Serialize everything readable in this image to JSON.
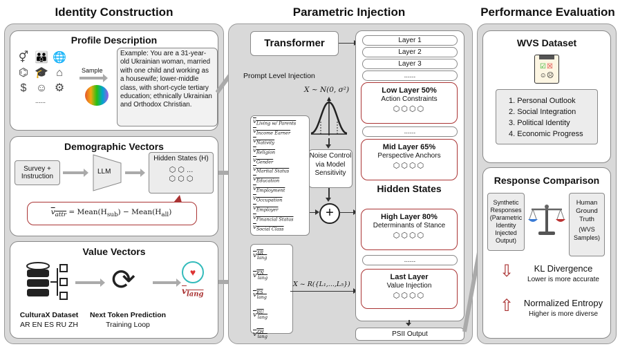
{
  "titles": {
    "identity": "Identity Construction",
    "parametric": "Parametric Injection",
    "performance": "Performance Evaluation"
  },
  "profile": {
    "title": "Profile Description",
    "sample_label": "Sample",
    "example_text": "Example: You are a 31-year-old Ukrainian woman, married with one child and working as a housewife; lower-middle class, with short-cycle tertiary education; ethnically Ukrainian and Orthodox Christian.",
    "ellipsis": "......",
    "icons": [
      "gender-icon",
      "family-icon",
      "globe-icon",
      "hierarchy-icon",
      "graduate-icon",
      "houses-icon",
      "money-icon",
      "group-icon",
      "settings-icon"
    ]
  },
  "demographic": {
    "title": "Demographic Vectors",
    "survey_label": "Survey + Instruction",
    "llm_label": "LLM",
    "hidden_states_label": "Hidden States (H)",
    "hidden_ellipsis": "...",
    "formula_lhs": "v",
    "formula_lhs_sub": "attr",
    "formula_rhs": "= Mean(H",
    "formula_sub1": "sub",
    "formula_mid": ") − Mean(H",
    "formula_sub2": "all",
    "formula_end": ")"
  },
  "value": {
    "title": "Value Vectors",
    "dataset_label": "CulturaX Dataset",
    "languages": "AR EN ES RU ZH",
    "ntp_label": "Next Token Prediction",
    "loop_label": "Training Loop",
    "vlang_symbol": "v",
    "vlang_sub": "lang"
  },
  "injection": {
    "transformer_label": "Transformer",
    "prompt_level": "Prompt Level Injection",
    "gaussian": "X ~ N(0, σ²)",
    "noise_control": "Noise Control via Model Sensitivity",
    "plus": "+",
    "choice_formula": "X ~ R({L₁,...,L₅})",
    "attr_vectors": [
      "Living w/ Parents",
      "Income Earner",
      "Nativity",
      "Religion",
      "Gender",
      "Marital Status",
      "Education",
      "Employment",
      "Occupation",
      "Employer",
      "Financial Status",
      "Social Class"
    ],
    "lang_vectors": [
      "AR",
      "EN",
      "ES",
      "RU",
      "ZH"
    ],
    "vector_symbol": "v",
    "lang_prefix": "lang"
  },
  "layers": {
    "top": [
      "Layer 1",
      "Layer 2",
      "Layer 3"
    ],
    "dots": "......",
    "low": {
      "title": "Low Layer 50%",
      "subtitle": "Action Constraints"
    },
    "mid": {
      "title": "Mid Layer 65%",
      "subtitle": "Perspective Anchors"
    },
    "hidden_states": "Hidden States",
    "high": {
      "title": "High Layer 80%",
      "subtitle": "Determinants of Stance"
    },
    "last": {
      "title": "Last Layer",
      "subtitle": "Value Injection"
    },
    "cubes": "⬡⬡⬡⬡",
    "output": "PSII Output"
  },
  "wvs": {
    "title": "WVS Dataset",
    "items": [
      "1. Personal Outlook",
      "2. Social Integration",
      "3. Political Identity",
      "4. Economic Progress"
    ]
  },
  "response": {
    "title": "Response Comparison",
    "synthetic": "Synthetic Responses (Parametric Identity Injected Output)",
    "human_main": "Human Ground Truth",
    "human_sub": "(WVS Samples)",
    "kl_title": "KL Divergence",
    "kl_sub": "Lower is more accurate",
    "ent_title": "Normalized Entropy",
    "ent_sub": "Higher is more diverse"
  },
  "colors": {
    "accent_red": "#a33333",
    "panel_gray": "#d9d9d9",
    "arrow_gray": "#aaaaaa"
  }
}
